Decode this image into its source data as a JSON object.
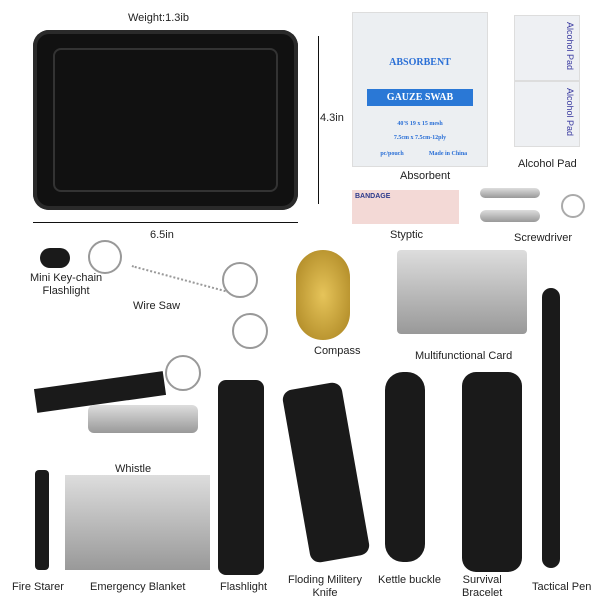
{
  "case": {
    "weight": "Weight:1.3ib",
    "height": "4.3in",
    "width": "6.5in"
  },
  "gauze": {
    "title": "ABSORBENT",
    "band": "GAUZE SWAB",
    "line1": "40'S 19 x 15 mesh",
    "line2": "7.5cm x 7.5cm-12ply",
    "line3": "pc/pouch",
    "line4": "Made in China"
  },
  "alcohol_pad": {
    "text": "Alcohol Pad"
  },
  "bandage": {
    "text": "BANDAGE"
  },
  "labels": {
    "absorbent": "Absorbent",
    "alcohol_pad": "Alcohol Pad",
    "styptic": "Styptic",
    "screwdriver": "Screwdriver",
    "keychain_flashlight": "Mini Key-chain\nFlashlight",
    "wire_saw": "Wire Saw",
    "compass": "Compass",
    "multifunctional_card": "Multifunctional Card",
    "whistle": "Whistle",
    "fire_starter": "Fire Starer",
    "emergency_blanket": "Emergency Blanket",
    "flashlight": "Flashlight",
    "knife": "Floding Militery\nKnife",
    "kettle_buckle": "Kettle buckle",
    "survival_bracelet": "Survival\nBracelet",
    "tactical_pen": "Tactical Pen"
  }
}
